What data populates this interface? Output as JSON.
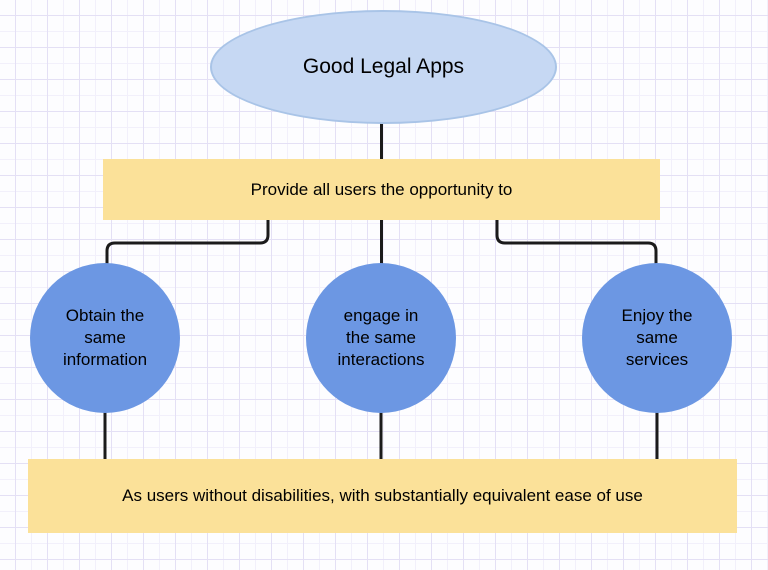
{
  "diagram": {
    "title_node": {
      "label": "Good Legal Apps"
    },
    "top_bar": {
      "label": "Provide all users the opportunity to"
    },
    "circles": [
      {
        "label": "Obtain the\nsame\ninformation"
      },
      {
        "label": "engage in\nthe same\ninteractions"
      },
      {
        "label": "Enjoy the\nsame\nservices"
      }
    ],
    "bottom_bar": {
      "label": "As users without disabilities, with substantially equivalent ease of use"
    },
    "colors": {
      "ellipse_fill": "#c6d8f3",
      "ellipse_border": "#a9c4e7",
      "bar_fill": "#fbe199",
      "circle_fill": "#6c97e3",
      "connector": "#1b1b1b",
      "grid_major": "#e4e0f5",
      "grid_minor": "#f2f0fb",
      "background": "#fdfdff"
    }
  }
}
